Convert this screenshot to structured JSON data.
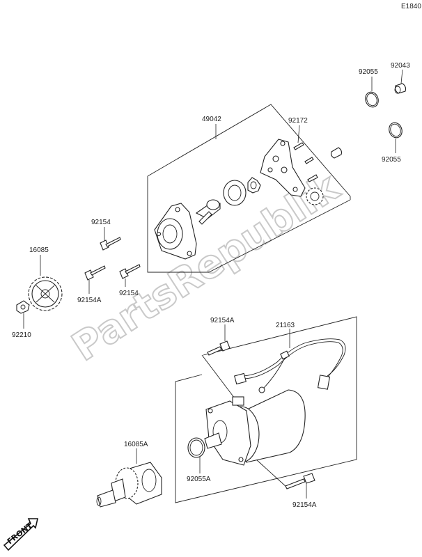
{
  "diagram": {
    "reference_code": "E1840",
    "watermark": "PartsRepublik",
    "front_label": "FRONT",
    "labels": {
      "p92055_top": "92055",
      "p92043": "92043",
      "p92055_right": "92055",
      "p49042": "49042",
      "p92172": "92172",
      "p92154_a": "92154",
      "p16085": "16085",
      "p92154A_left": "92154A",
      "p92154_b": "92154",
      "p92210": "92210",
      "p92154A_mid": "92154A",
      "p21163": "21163",
      "p16085A": "16085A",
      "p92055A": "92055A",
      "p92154A_bottom": "92154A"
    }
  }
}
